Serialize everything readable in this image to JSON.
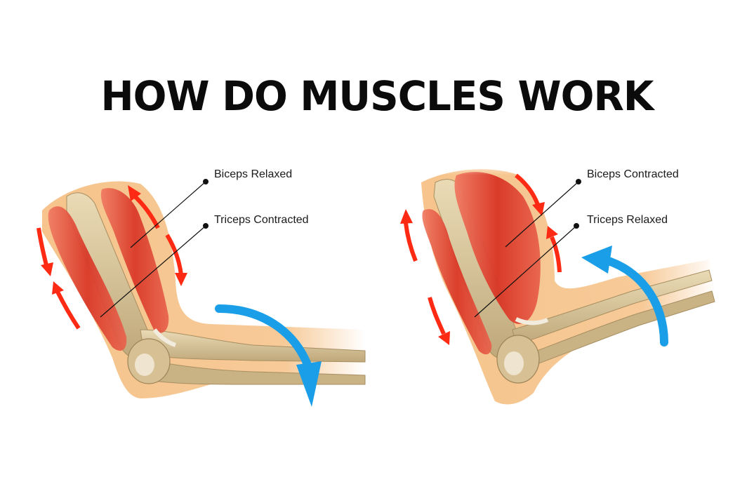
{
  "title": "HOW DO MUSCLES WORK",
  "colors": {
    "muscle": "#d93a2b",
    "bone": "#d9c49a",
    "skin": "#f6c48c",
    "arrow_red": "#ff2a14",
    "arrow_blue": "#1a9ee8"
  },
  "panels": [
    {
      "state": "extended",
      "labels": {
        "biceps": "Biceps Relaxed",
        "triceps": "Triceps Contracted"
      }
    },
    {
      "state": "flexed",
      "labels": {
        "biceps": "Biceps Contracted",
        "triceps": "Triceps Relaxed"
      }
    }
  ]
}
